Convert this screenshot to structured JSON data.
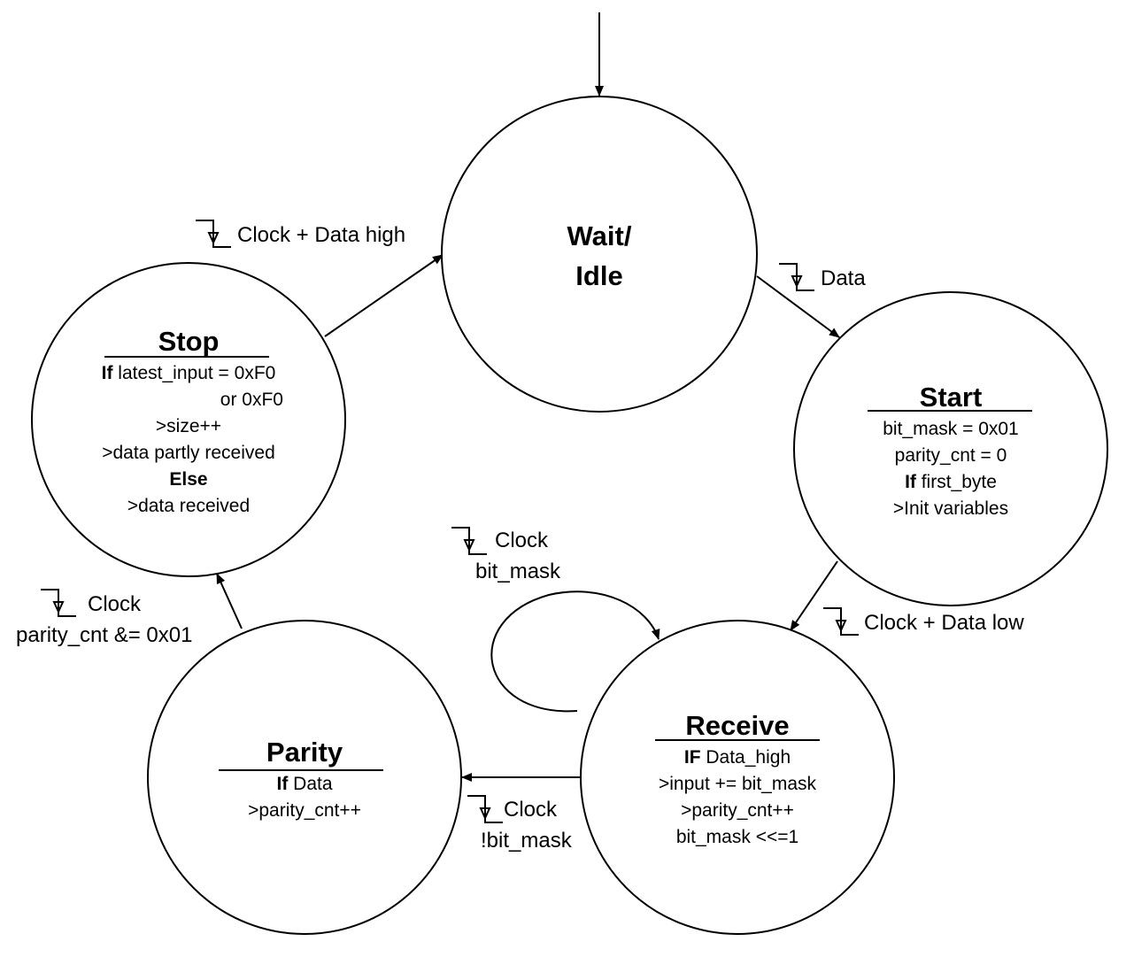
{
  "states": {
    "wait": {
      "title_line1": "Wait/",
      "title_line2": "Idle"
    },
    "start": {
      "title": "Start",
      "lines": [
        {
          "text": "bit_mask = 0x01"
        },
        {
          "text": "parity_cnt = 0"
        },
        {
          "kw": "If",
          "text": " first_byte"
        },
        {
          "text": ">Init variables"
        }
      ]
    },
    "receive": {
      "title": "Receive",
      "lines": [
        {
          "kw": "IF",
          "text": " Data_high"
        },
        {
          "text": ">input += bit_mask"
        },
        {
          "text": ">parity_cnt++"
        },
        {
          "text": "bit_mask <<=1"
        }
      ]
    },
    "parity": {
      "title": "Parity",
      "lines": [
        {
          "kw": "If",
          "text": " Data"
        },
        {
          "text": ">parity_cnt++"
        }
      ]
    },
    "stop": {
      "title": "Stop",
      "lines": [
        {
          "kw": "If",
          "text": " latest_input = 0xF0"
        },
        {
          "text": "or 0xF0"
        },
        {
          "text": ">size++"
        },
        {
          "text": ">data partly received"
        },
        {
          "kw": "Else",
          "text": ""
        },
        {
          "text": ">data received"
        }
      ]
    }
  },
  "transitions": {
    "stop_to_wait": {
      "line1": "Clock + Data high",
      "edge_icon": "falling-edge-icon"
    },
    "wait_to_start": {
      "line1": "Data",
      "edge_icon": "falling-edge-icon"
    },
    "start_to_receive": {
      "line1": "Clock + Data low",
      "edge_icon": "falling-edge-icon"
    },
    "receive_self": {
      "line1": "Clock",
      "line2": "bit_mask",
      "edge_icon": "falling-edge-icon"
    },
    "receive_to_parity": {
      "line1": "Clock",
      "line2": "!bit_mask",
      "edge_icon": "falling-edge-icon"
    },
    "parity_to_stop": {
      "line1": "Clock",
      "line2": "parity_cnt &= 0x01",
      "edge_icon": "falling-edge-icon"
    }
  },
  "colors": {
    "stroke": "#000000",
    "background": "#ffffff"
  }
}
